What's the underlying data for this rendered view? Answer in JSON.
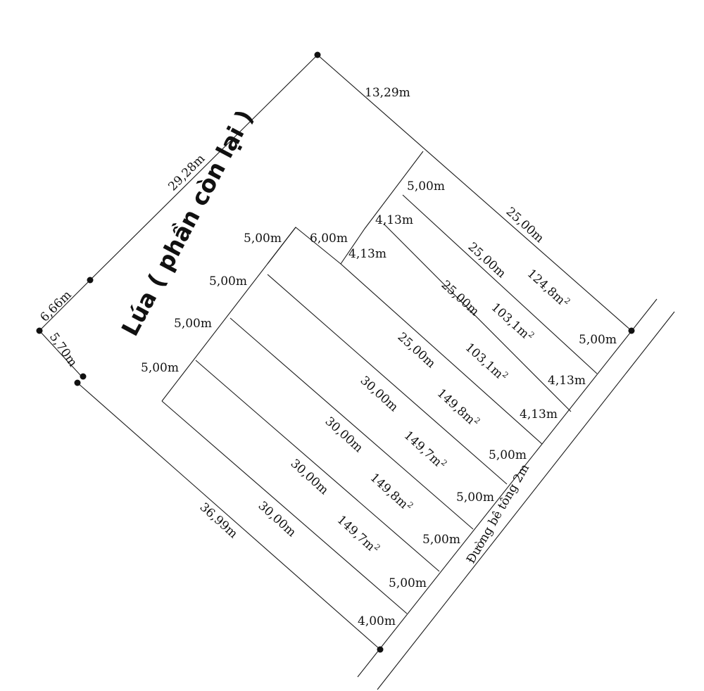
{
  "field_label": "Lúa ( phần còn lại )",
  "road_label": "Đường bê tông 2m",
  "dimensions": {
    "top_edge": "13,29m",
    "left_edge": "29,28m",
    "left_short_top": "6,66m",
    "left_short_bottom": "5,70m",
    "bottom_edge": "36,99m",
    "top_right_edge": "25,00m",
    "front_last": "4,00m"
  },
  "lots": [
    {
      "back": "5,00m",
      "side": "25,00m",
      "area": "124,8m",
      "front": "5,00m"
    },
    {
      "back": "4,13m",
      "side": "25,00m",
      "area": "103,1m",
      "front": "4,13m"
    },
    {
      "back": "4,13m",
      "side": "25,00m",
      "area": "103,1m",
      "front": "4,13m"
    },
    {
      "back": "6,00m",
      "side": "25,00m",
      "area": "149,8m",
      "front": "5,00m"
    },
    {
      "back": "5,00m",
      "side": "30,00m",
      "area": "149,7m",
      "front": "5,00m"
    },
    {
      "back": "5,00m",
      "side": "30,00m",
      "area": "149,8m",
      "front": "5,00m"
    },
    {
      "back": "5,00m",
      "side": "30,00m",
      "area": "149,7m",
      "front": "5,00m"
    },
    {
      "back": "5,00m",
      "side": "30,00m",
      "area": "",
      "front": ""
    }
  ],
  "area_unit_exp": "2"
}
